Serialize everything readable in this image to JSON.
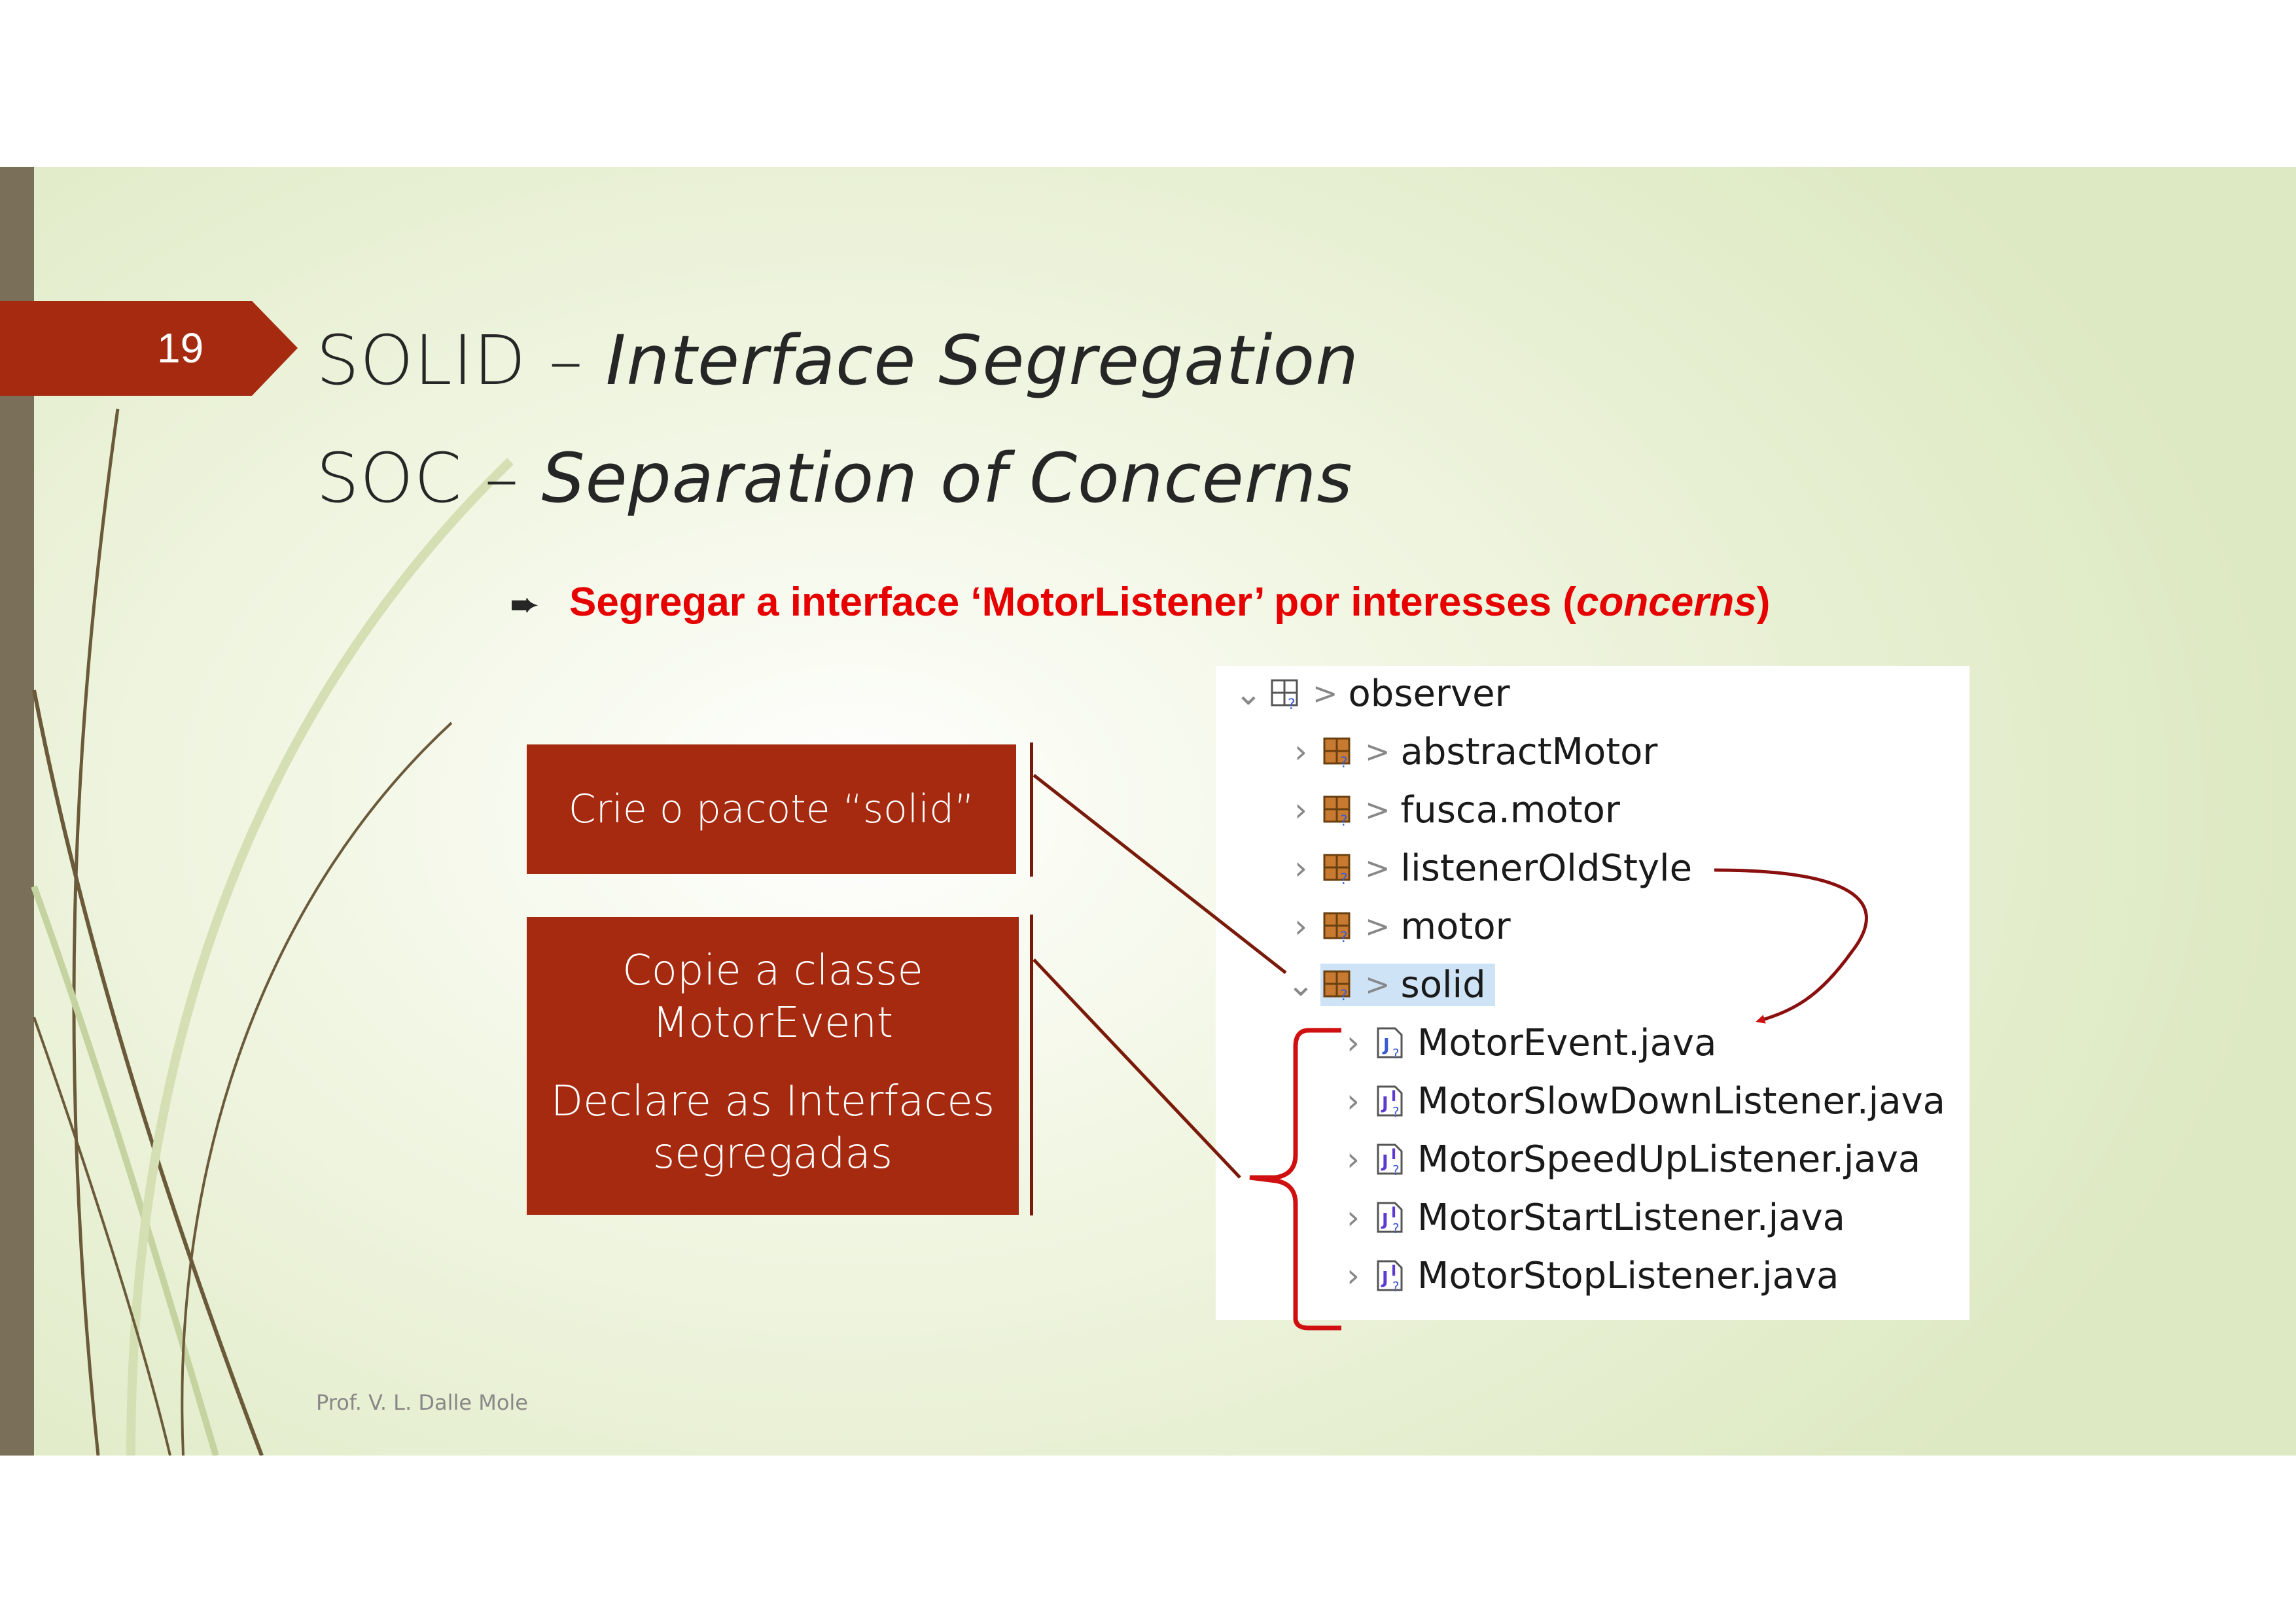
{
  "slide": {
    "number": "19",
    "title_line1_plain": "SOLID – ",
    "title_line1_italic": "Interface Segregation",
    "title_line2_plain": "SOC – ",
    "title_line2_italic": "Separation of Concerns",
    "bullet_marker": "➨",
    "bullet_before": "Segregar a interface ‘MotorListener’ por interesses (",
    "bullet_italic": "concerns",
    "bullet_after": ")",
    "footer": "Prof. V. L. Dalle Mole"
  },
  "boxes": {
    "box1": "Crie o pacote “solid”",
    "box2_line1": "Copie a classe",
    "box2_line2": "MotorEvent",
    "box2_line3": "Declare as Interfaces",
    "box2_line4": "segregadas"
  },
  "tree": {
    "root": "observer",
    "packages": [
      "abstractMotor",
      "fusca.motor",
      "listenerOldStyle",
      "motor",
      "solid"
    ],
    "files": [
      "MotorEvent.java",
      "MotorSlowDownListener.java",
      "MotorSpeedUpListener.java",
      "MotorStartListener.java",
      "MotorStopListener.java"
    ]
  },
  "colors": {
    "accent_red": "#a52a10",
    "bullet_red": "#e60000",
    "left_bar": "#7a6f58",
    "brace_red": "#d01010"
  },
  "icons": {
    "expand": "chevron-down-icon",
    "collapse": "chevron-right-icon",
    "package": "package-icon",
    "interface": "java-interface-icon",
    "class": "java-class-icon"
  }
}
